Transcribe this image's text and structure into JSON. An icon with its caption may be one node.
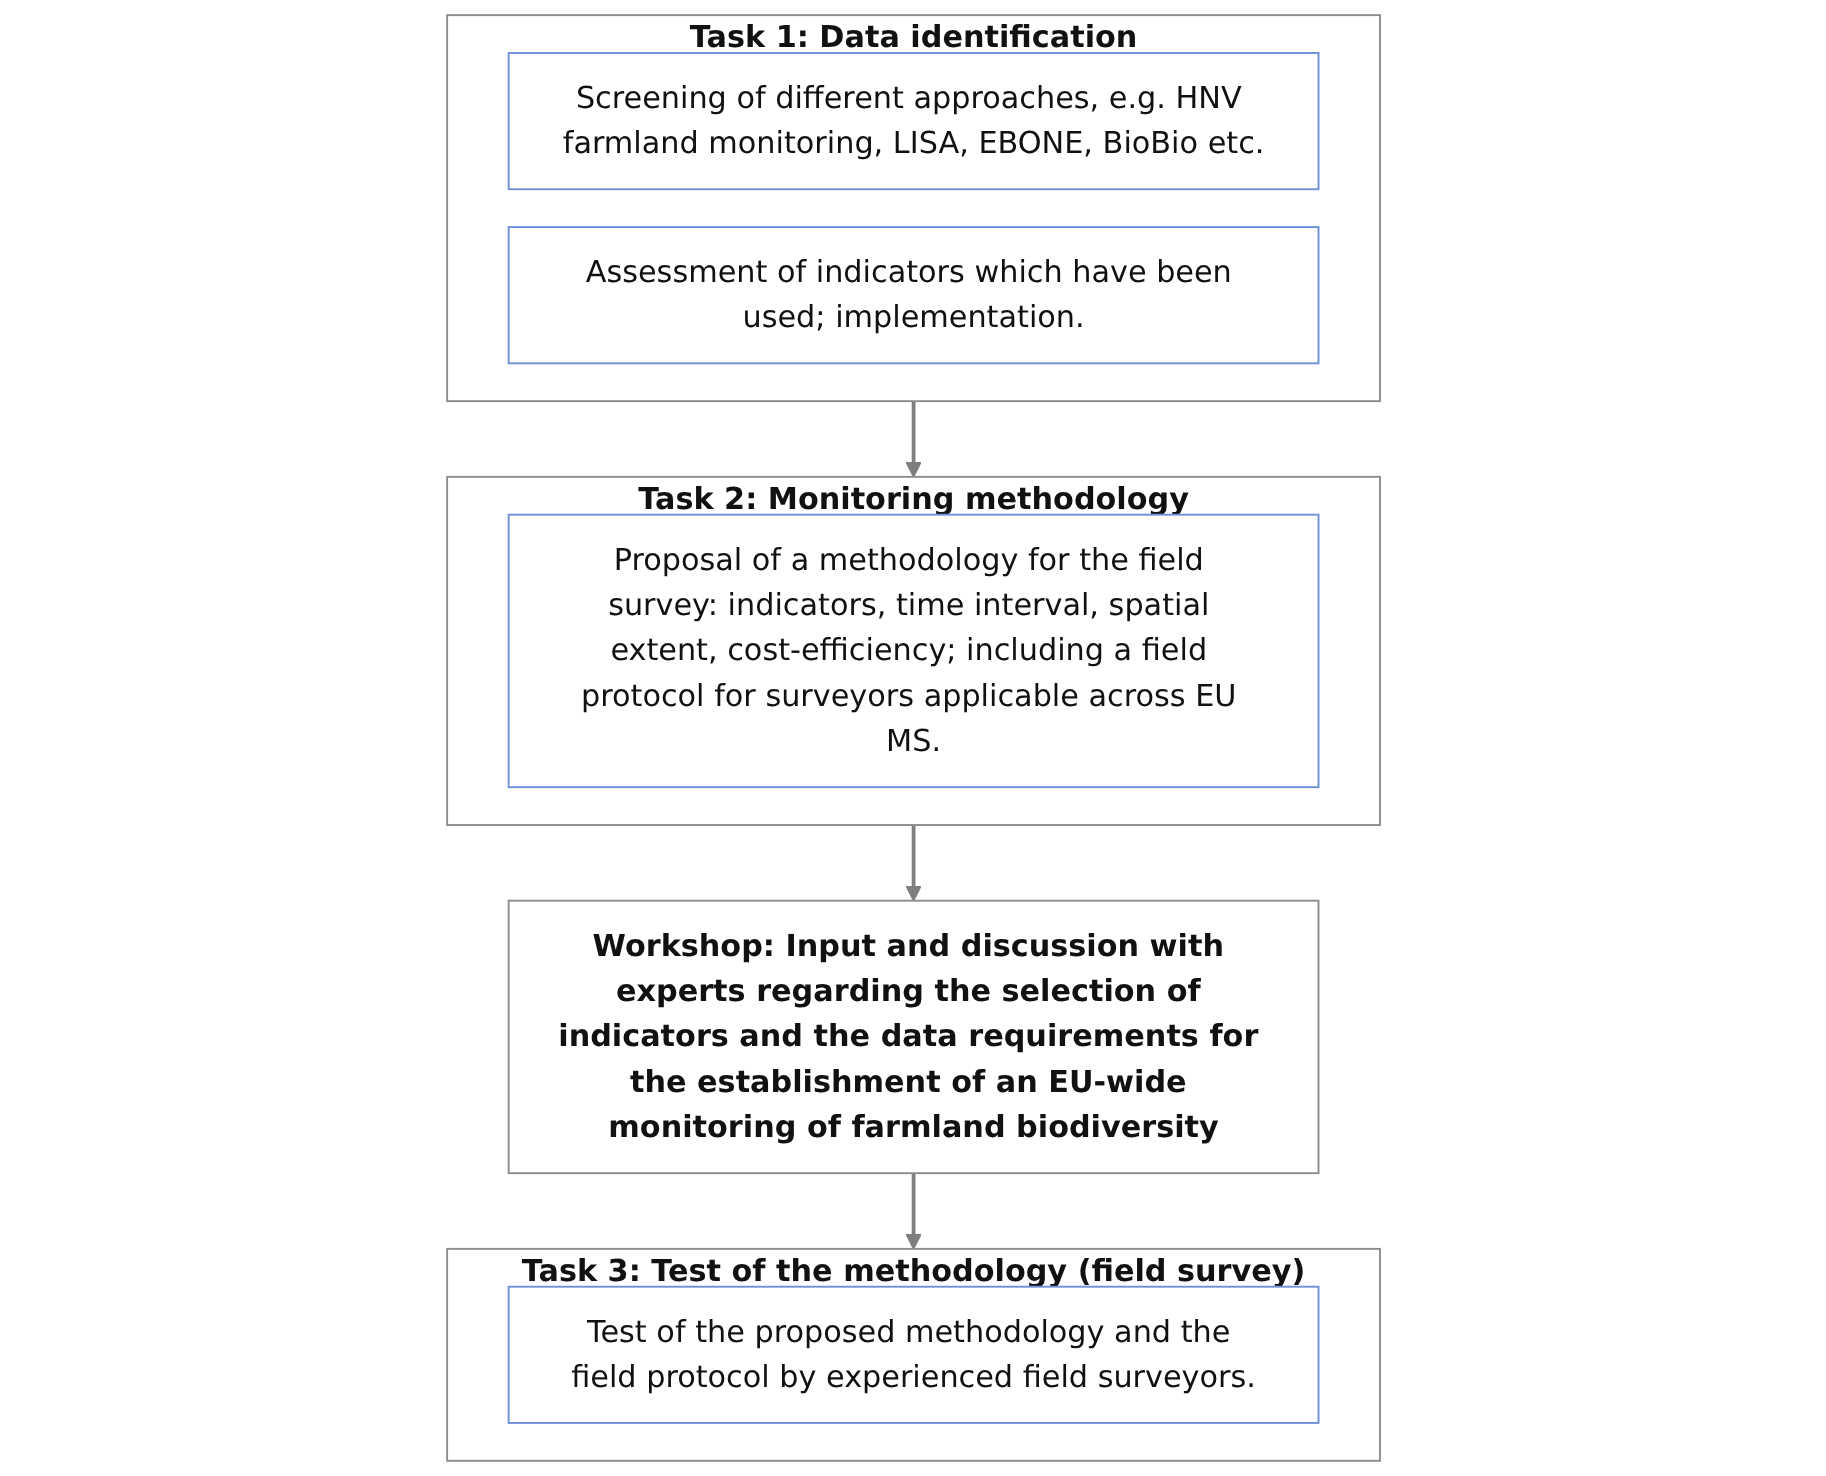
{
  "diagram": {
    "nodes": [
      {
        "text": [
          "Task 1: Data identification"
        ]
      },
      {
        "text": [
          "Screening of different approaches, e.g. HNV farmland monitoring, LISA, EBONE, BioBio etc."
        ],
        "in": 0
      },
      {
        "text": [
          "Assessment of indicators which have been used; implementation."
        ],
        "in": 0
      },
      {
        "text": [
          "Task 2: Monitoring methodology"
        ]
      },
      {
        "text": [
          "Proposal of a methodology for the field survey: indicators, time interval, spatial extent, cost-efficiency; including a field protocol for surveyors applicable across EU MS."
        ],
        "in": 3
      },
      {
        "text": [
          "Workshop: Input and discussion with experts regarding the selection of indicators and the data requirements for the establishment of an EU-wide monitoring of farmland biodiversity"
        ]
      },
      {
        "text": [
          "Task 3: Test of the methodology (field survey)"
        ]
      },
      {
        "text": [
          "Test of the proposed methodology and the field protocol by experienced field surveyors."
        ],
        "in": 6
      }
    ],
    "edges": [
      {
        "from": 0,
        "to": 3,
        "arrow": "to"
      },
      {
        "from": 3,
        "to": 5,
        "arrow": "to"
      },
      {
        "from": 5,
        "to": 6,
        "arrow": "to"
      }
    ]
  }
}
